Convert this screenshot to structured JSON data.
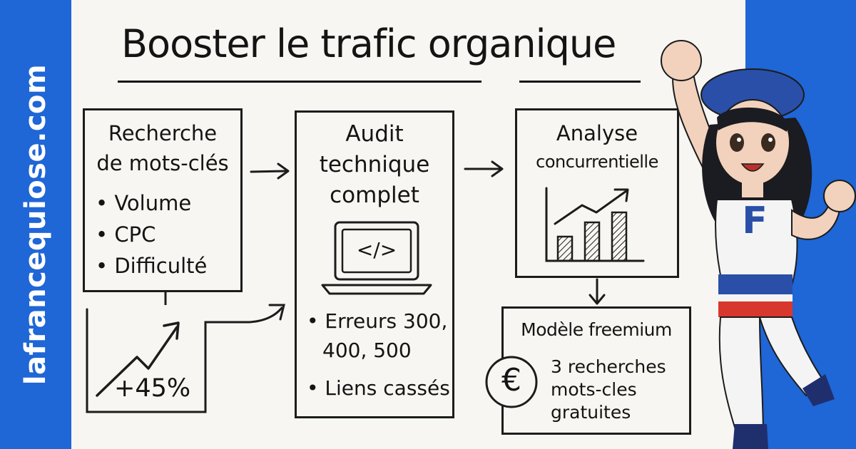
{
  "site": "lafrancequiose.com",
  "title": "Booster le trafic organique",
  "box1": {
    "title_line1": "Recherche",
    "title_line2": "de mots-clés",
    "bullets": [
      "Volume",
      "CPC",
      "Difficulté"
    ]
  },
  "growth": {
    "label": "+45%"
  },
  "box2": {
    "title_line1": "Audit",
    "title_line2": "technique",
    "title_line3": "complet",
    "code_symbol": "</>",
    "bullet1_line1": "Erreurs 300,",
    "bullet1_line2": "400, 500",
    "bullet2": "Liens cassés"
  },
  "box3": {
    "title_line1": "Analyse",
    "title_line2": "concurrentielle"
  },
  "box4": {
    "title": "Modèle freemium",
    "currency_symbol": "€",
    "line1": "3 recherches",
    "line2": "mots-cles",
    "line3": "gratuites"
  },
  "mascot": {
    "shirt_letter": "F"
  },
  "colors": {
    "brand_blue": "#1f66d6",
    "ink": "#141414",
    "paper": "#f7f6f2",
    "flag_red": "#d8372e",
    "beret": "#2a4fa8"
  }
}
